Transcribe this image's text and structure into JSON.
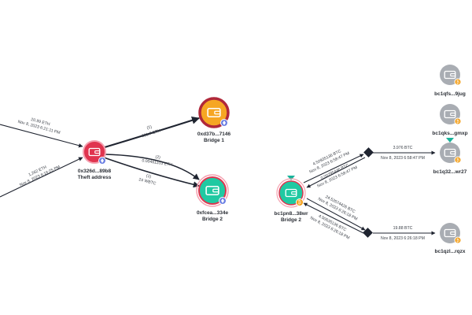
{
  "colors": {
    "edge": "#1f2430",
    "edge_light": "#9aa1ab",
    "theft_fill": "#e0344f",
    "bridge1_fill": "#f6a623",
    "bridge1_ring": "#b0283a",
    "bridge2_fill": "#20c9a2",
    "bridge2_ring": "#e0344f",
    "btc_addr_fill": "#a9adb3",
    "eth_badge": "#6b7fe3",
    "btc_badge": "#f39c12",
    "marker": "#18b39a"
  },
  "nodes": {
    "theft": {
      "label1": "0x326d...89b8",
      "label2": "Theft address",
      "icon": "wallet-icon",
      "badge": "ethereum-badge-icon"
    },
    "bridge1": {
      "label1": "0xd37b...7146",
      "label2": "Bridge 1",
      "icon": "wallet-icon",
      "badge": "ethereum-badge-icon"
    },
    "bridge2_eth": {
      "label1": "0xfcea...334e",
      "label2": "Bridge 2",
      "icon": "wallet-icon",
      "badge": "ethereum-badge-icon"
    },
    "bridge2_btc": {
      "label1": "bc1pn8...38wr",
      "label2": "Bridge 2",
      "icon": "wallet-icon",
      "badge": "bitcoin-badge-icon"
    },
    "addr1": {
      "label1": "bc1qfs...9jug",
      "icon": "wallet-icon",
      "badge": "bitcoin-badge-icon"
    },
    "addr2": {
      "label1": "bc1qks...gmxp",
      "icon": "wallet-icon",
      "badge": "bitcoin-badge-icon"
    },
    "addr3": {
      "label1": "bc1q32...wr27",
      "icon": "wallet-icon",
      "badge": "bitcoin-badge-icon"
    },
    "addr4": {
      "label1": "bc1qzl...rqzx",
      "icon": "wallet-icon",
      "badge": "bitcoin-badge-icon"
    }
  },
  "edges": {
    "in_top": {
      "amount": "20.99 ETH",
      "time": "Nov 8, 2023 6:21:11 PM"
    },
    "in_bottom": {
      "amount": "1,262 ETH",
      "time": "Nov 8, 2023 6:16:25 PM"
    },
    "to_bridge1": {
      "count": "(1)",
      "amount": "831.7 ETH"
    },
    "to_bridge2_a": {
      "count": "(2)",
      "amount": "0.00461103 ETH"
    },
    "to_bridge2_b": {
      "count": "(1)",
      "amount": "24 WBTC"
    },
    "b2_up_1": {
      "amount": "4.50935136 BTC",
      "time": "Nov 8, 2023 6:58:47 PM"
    },
    "b2_up_2": {
      "amount": "0.00295446 BTC",
      "time": "Nov 8, 2023 6:58:47 PM"
    },
    "b2_down_1": {
      "amount": "24.52674426 BTC",
      "time": "Nov 8, 2023 6:26:18 PM"
    },
    "b2_down_2": {
      "amount": "4.50635136 BTC",
      "time": "Nov 8, 2023 6:26:18 PM"
    },
    "to_addr3": {
      "amount": "3.976 BTC",
      "time": "Nov 8, 2023 6:58:47 PM"
    },
    "to_addr4": {
      "amount": "19.88 BTC",
      "time": "Nov 8, 2023 6:26:18 PM"
    }
  }
}
